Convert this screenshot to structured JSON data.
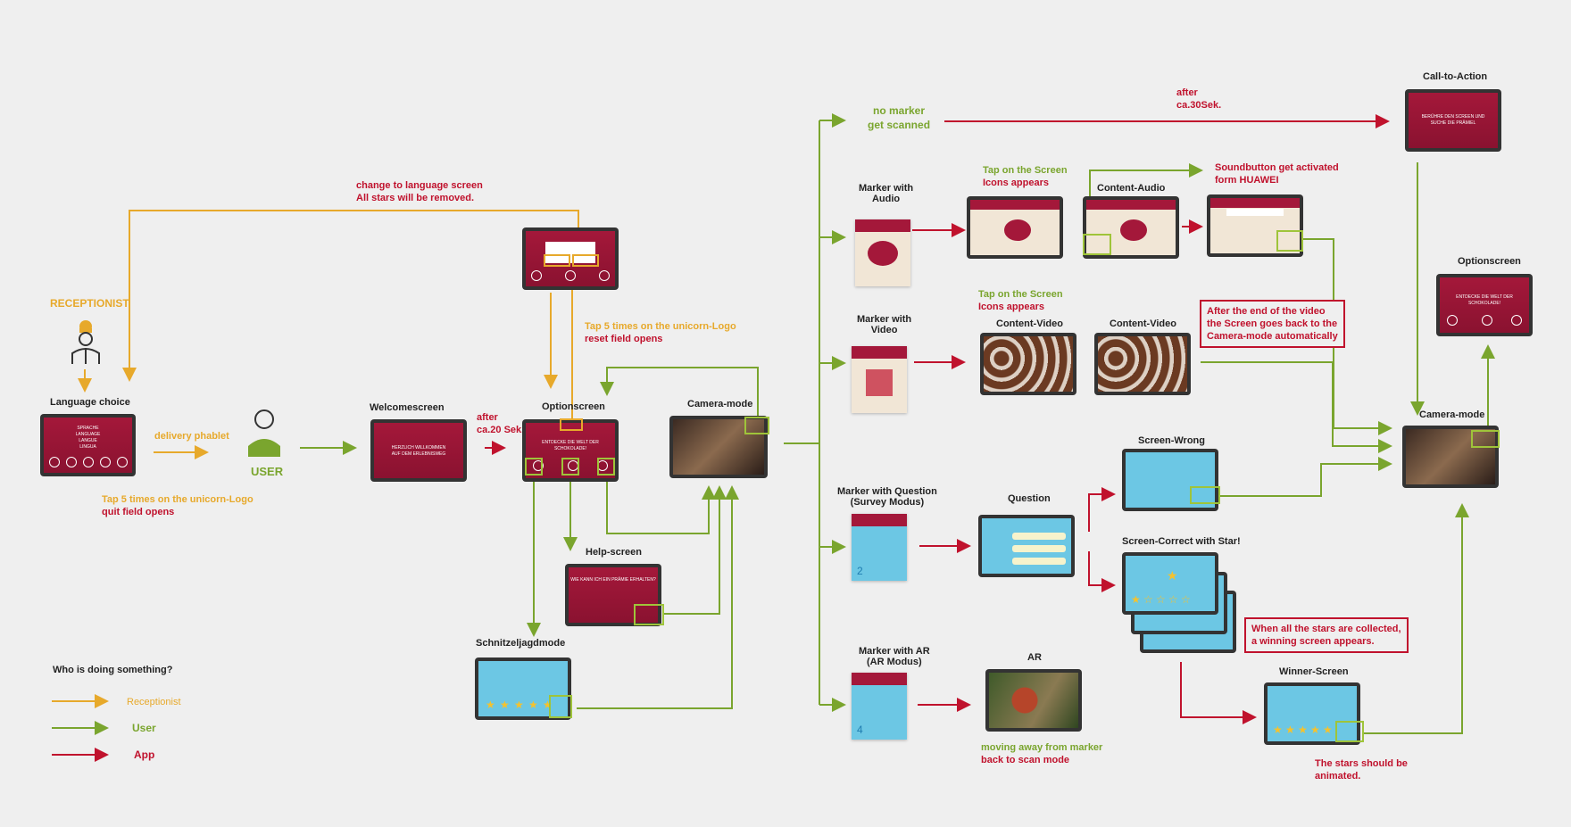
{
  "actors": {
    "receptionist": "RECEPTIONIST",
    "user": "USER"
  },
  "nodes": {
    "language_choice": "Language choice",
    "welcomescreen": "Welcomescreen",
    "optionscreen": "Optionscreen",
    "camera_mode": "Camera-mode",
    "help_screen": "Help-screen",
    "schnitzeljagdmode": "Schnitzeljagdmode",
    "marker_audio": "Marker with\nAudio",
    "marker_video": "Marker with\nVideo",
    "marker_question": "Marker with Question\n(Survey Modus)",
    "marker_ar": "Marker with AR\n(AR Modus)",
    "content_audio": "Content-Audio",
    "content_video_1": "Content-Video",
    "content_video_2": "Content-Video",
    "question": "Question",
    "ar": "AR",
    "screen_wrong": "Screen-Wrong",
    "screen_correct": "Screen-Correct with Star!",
    "winner_screen": "Winner-Screen",
    "call_to_action": "Call-to-Action",
    "optionscreen_right": "Optionscreen",
    "camera_mode_right": "Camera-mode"
  },
  "notes": {
    "delivery": "delivery phablet",
    "tap_quit_1": "Tap 5 times on the unicorn-Logo",
    "tap_quit_2": "quit field opens",
    "change_lang_1": "change to language screen",
    "change_lang_2": "All stars will be removed.",
    "tap_reset_1": "Tap 5 times on the unicorn-Logo",
    "tap_reset_2": "reset field opens",
    "after20_1": "after",
    "after20_2": "ca.20 Sek.",
    "no_marker_1": "no marker",
    "no_marker_2": "get scanned",
    "after30_1": "after",
    "after30_2": "ca.30Sek.",
    "tap_icons_audio_1": "Tap on the Screen",
    "tap_icons_audio_2": "Icons appears",
    "tap_icons_video_1": "Tap on the Screen",
    "tap_icons_video_2": "Icons appears",
    "soundbutton_1": "Soundbutton get activated",
    "soundbutton_2": "form HUAWEI",
    "after_video": "After the end of the video\nthe Screen goes back to the\nCamera-mode automatically",
    "all_stars": "When all the stars are collected,\na winning screen appears.",
    "moving_away_1": "moving away from marker",
    "moving_away_2": "back to scan mode",
    "stars_animated_1": "The stars should be",
    "stars_animated_2": "animated."
  },
  "legend": {
    "title": "Who is doing something?",
    "receptionist": "Receptionist",
    "user": "User",
    "app": "App"
  },
  "screen_text": {
    "language": "SPRACHE\nLANGUAGE\nLANGUE\nLINGUA",
    "welcome": "HERZLICH WILLKOMMEN\nAUF DEM ERLEBNISWEG",
    "option": "ENTDECKE DIE WELT DER\nSCHOKOLADE!",
    "help": "WIE KANN ICH EIN PRÄMIE ERHALTEN?",
    "cta": "BERÜHRE DEN SCREEN UND\nSUCHE DIE PRÄMIEL",
    "option_right": "ENTDECKE DIE WELT DER\nSCHOKOLADE!"
  },
  "colors": {
    "receptionist": "#e7a92b",
    "user": "#7aa52e",
    "app": "#c0122d"
  }
}
